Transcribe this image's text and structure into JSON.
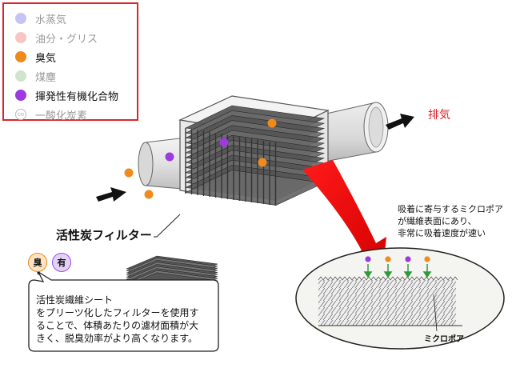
{
  "legend": {
    "items": [
      {
        "label": "水蒸気",
        "color": "#c7c3f2",
        "style": "faded"
      },
      {
        "label": "油分・グリス",
        "color": "#f7c6c2",
        "style": "faded"
      },
      {
        "label": "臭気",
        "color": "#f08a1c",
        "style": "bold"
      },
      {
        "label": "煤塵",
        "color": "#cfe3cf",
        "style": "faded"
      },
      {
        "label": "揮発性有機化合物",
        "color": "#9b3be0",
        "style": "bold"
      },
      {
        "label": "一酸化炭素",
        "color": "#ffffff",
        "style": "faded",
        "icon_text": "co"
      }
    ]
  },
  "labels": {
    "exhaust": "排気",
    "filter": "活性炭フィルター",
    "micropore_desc": [
      "吸着に寄与するミクロポア",
      "が繊維表面にあり、",
      "非常に吸着速度が速い"
    ],
    "micropore": "ミクロポア",
    "sheet_desc": [
      "活性炭繊維シート",
      "をプリーツ化したフィルターを使用す",
      "ることで、体積あたりの濾材面積が大",
      "きく、脱臭効率がより高くなります。"
    ]
  },
  "badges": {
    "odor": "臭",
    "voc": "有"
  },
  "colors": {
    "accent_red": "#d9262c",
    "odor": "#f08a1c",
    "voc": "#9b3be0",
    "arrow_green": "#2f9a3a"
  }
}
